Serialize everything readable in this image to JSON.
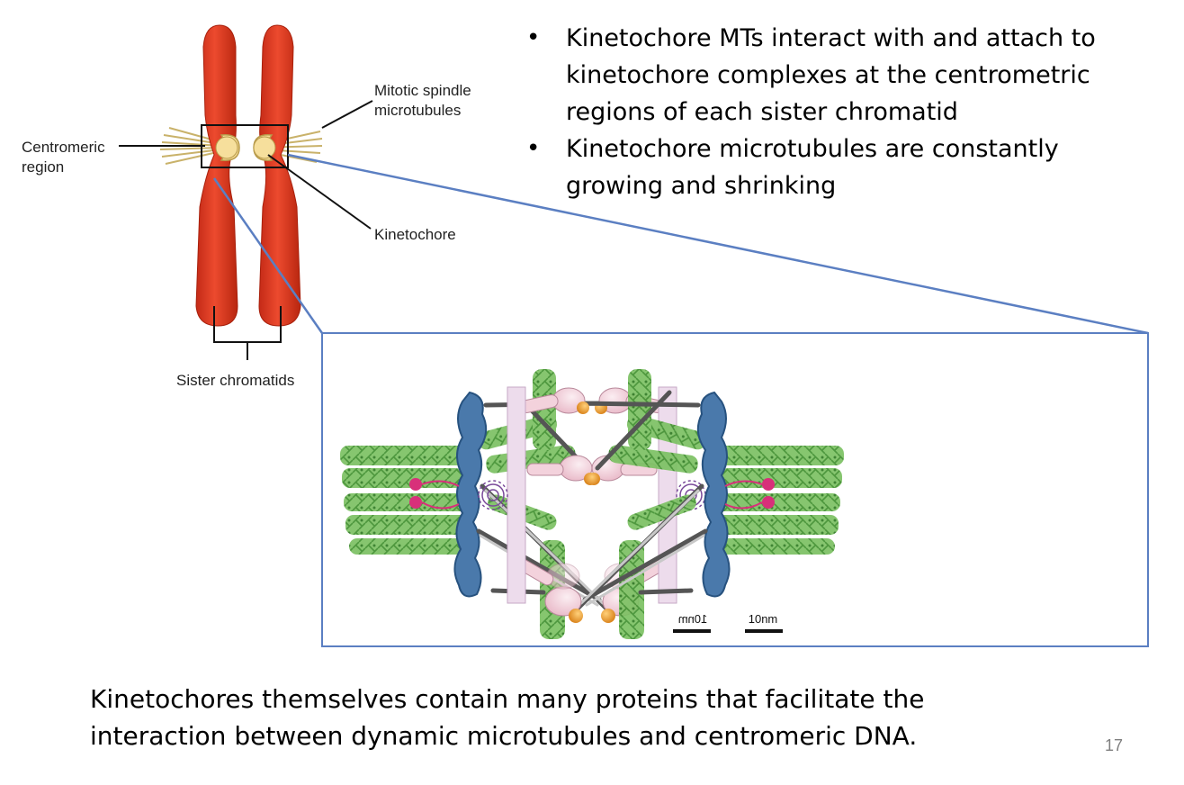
{
  "bullets": [
    "Kinetochore MTs interact with and attach to kinetochore complexes at the centrometric regions of each sister chromatid",
    "Kinetochore microtubules are constantly growing and shrinking"
  ],
  "labels": {
    "centromeric_region_line1": "Centromeric",
    "centromeric_region_line2": "region",
    "mitotic_spindle_line1": "Mitotic spindle",
    "mitotic_spindle_line2": "microtubules",
    "kinetochore": "Kinetochore",
    "sister_chromatids": "Sister chromatids"
  },
  "scale_bars": {
    "left": "10nm",
    "right": "10nm"
  },
  "caption": "Kinetochores themselves contain many proteins that facilitate the interaction between dynamic microtubules and centromeric DNA.",
  "page_number": "17",
  "colors": {
    "chromatid": "#e03a23",
    "kinetochore": "#f2d58a",
    "zoom_box": "#5b7fc2",
    "protein_blue": "#3f6ea3",
    "protein_green": "#5fae4a",
    "protein_pink": "#f0c8d4",
    "protein_orange": "#e89a2a",
    "magenta_marker": "#d8307a"
  }
}
